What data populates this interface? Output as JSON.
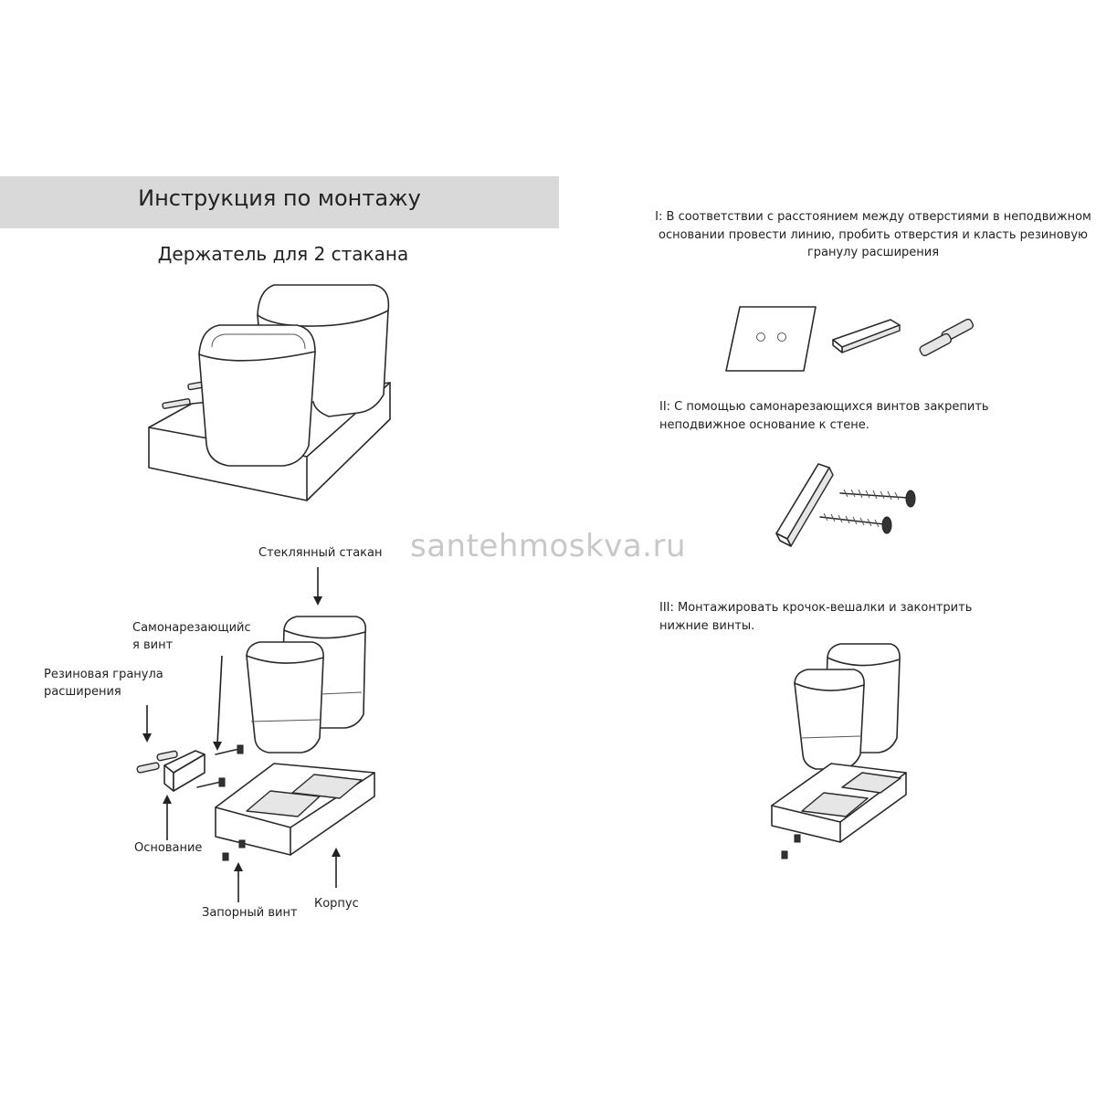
{
  "document": {
    "title": "Инструкция по монтажу",
    "subtitle": "Держатель для 2 стакана"
  },
  "parts_labels": {
    "glass": "Стеклянный стакан",
    "self_tapping_screw": "Самонарезающийс\nя винт",
    "rubber_plug": "Резиновая гранула\nрасширения",
    "base": "Основание",
    "lock_screw": "Запорный винт",
    "body": "Корпус"
  },
  "steps": [
    {
      "text": "I: В соответствии с расстоянием между отверстиями в неподвижном\nосновании провести линию, пробить отверстия и класть резиновую\nгранулу расширения"
    },
    {
      "text": "II: С помощью самонарезающихся винтов закрепить\nнеподвижное основание к стене."
    },
    {
      "text": "III: Монтажировать крочок-вешалки и законтрить\nнижние винты."
    }
  ],
  "watermark": "santehmoskva.ru",
  "colors": {
    "header_band": "#d9d9d9",
    "line": "#2a2a2a",
    "watermark": "#c8c8c8"
  }
}
